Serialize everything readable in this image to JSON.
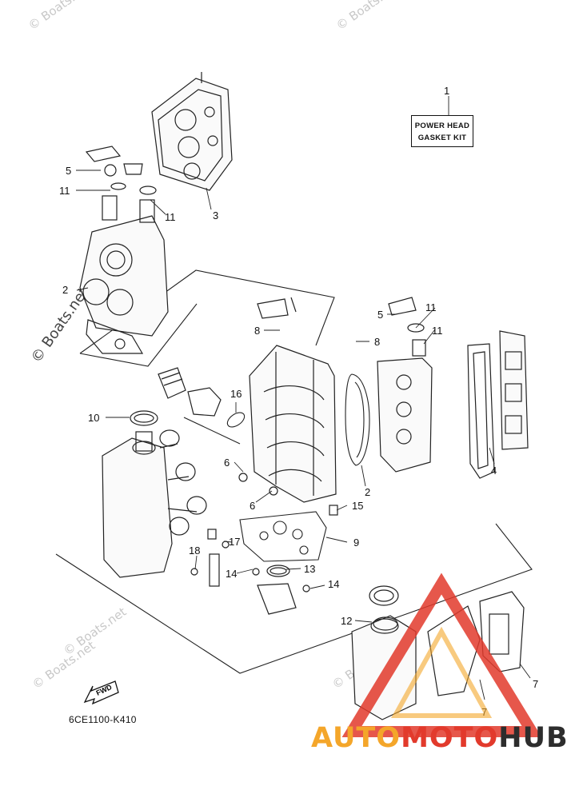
{
  "watermarks": [
    "© Boats.net",
    "© Boats.net",
    "© Boats.net",
    "© Boats.net",
    "© Boats.net",
    "© Boats.net"
  ],
  "kit_label": {
    "line1": "POWER HEAD",
    "line2": "GASKET KIT",
    "callout": "1"
  },
  "callouts": [
    "2",
    "3",
    "4",
    "5",
    "6",
    "7",
    "8",
    "9",
    "10",
    "11",
    "12",
    "13",
    "14",
    "15",
    "16",
    "17",
    "18"
  ],
  "fwd_label": "FWD",
  "diagram_code": "6CE1100-K410",
  "brand": {
    "part1": "AUTO",
    "part2": "MOTO",
    "part3": "HUB",
    "colors": {
      "auto": "#f4a62a",
      "moto": "#e23a2c",
      "hub": "#2d2d2d"
    }
  }
}
